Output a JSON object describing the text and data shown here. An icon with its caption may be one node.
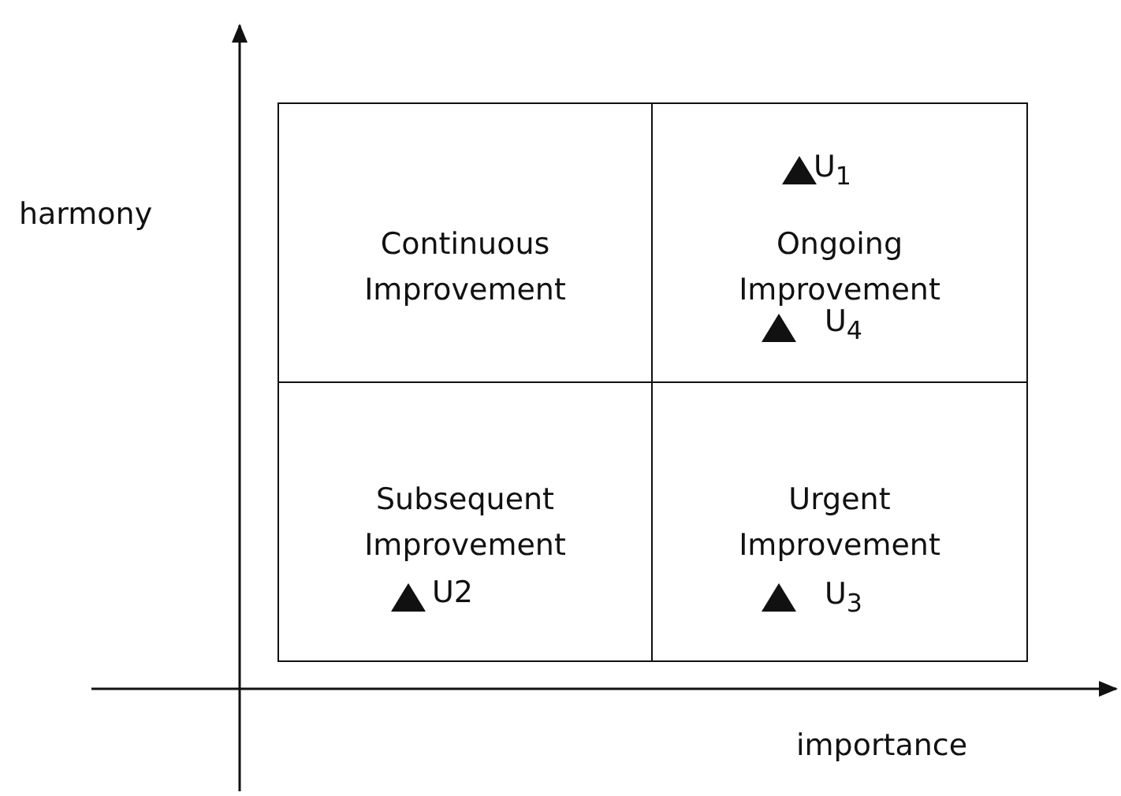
{
  "diagram": {
    "nodes": [
      {
        "text": [
          "Continuous Improvement"
        ]
      },
      {
        "text": [
          "Ongoing Improvement"
        ]
      },
      {
        "text": [
          "Subsequent Improvement"
        ]
      },
      {
        "text": [
          "Urgent Improvement"
        ]
      }
    ],
    "labels": [
      "harmony",
      "U$_{1}$",
      "U$_{4}$",
      "U2",
      "U$_{3}$",
      "importance"
    ]
  }
}
